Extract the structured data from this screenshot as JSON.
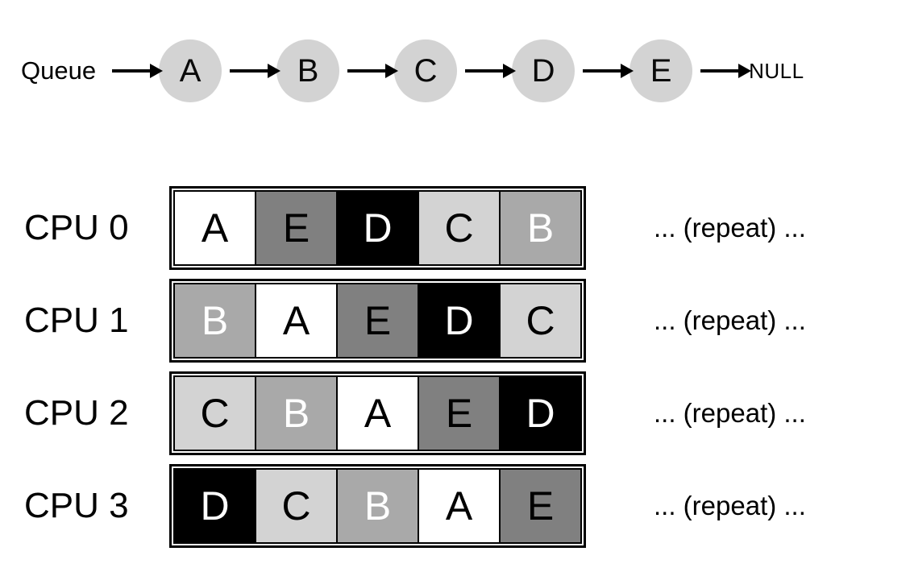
{
  "queue": {
    "label": "Queue",
    "nodes": [
      "A",
      "B",
      "C",
      "D",
      "E"
    ],
    "null_label": "NULL"
  },
  "colors": {
    "queue_node_fill": "#d3d3d3",
    "cells": {
      "A": {
        "bg": "#ffffff",
        "fg": "#000000"
      },
      "B": {
        "bg": "#a9a9a9",
        "fg": "#ffffff"
      },
      "C": {
        "bg": "#d3d3d3",
        "fg": "#000000"
      },
      "D": {
        "bg": "#000000",
        "fg": "#ffffff"
      },
      "E": {
        "bg": "#808080",
        "fg": "#000000"
      }
    }
  },
  "cpus": [
    {
      "label": "CPU 0",
      "slots": [
        "A",
        "E",
        "D",
        "C",
        "B"
      ],
      "repeat_label": "... (repeat) ..."
    },
    {
      "label": "CPU 1",
      "slots": [
        "B",
        "A",
        "E",
        "D",
        "C"
      ],
      "repeat_label": "... (repeat) ..."
    },
    {
      "label": "CPU 2",
      "slots": [
        "C",
        "B",
        "A",
        "E",
        "D"
      ],
      "repeat_label": "... (repeat) ..."
    },
    {
      "label": "CPU 3",
      "slots": [
        "D",
        "C",
        "B",
        "A",
        "E"
      ],
      "repeat_label": "... (repeat) ..."
    }
  ]
}
